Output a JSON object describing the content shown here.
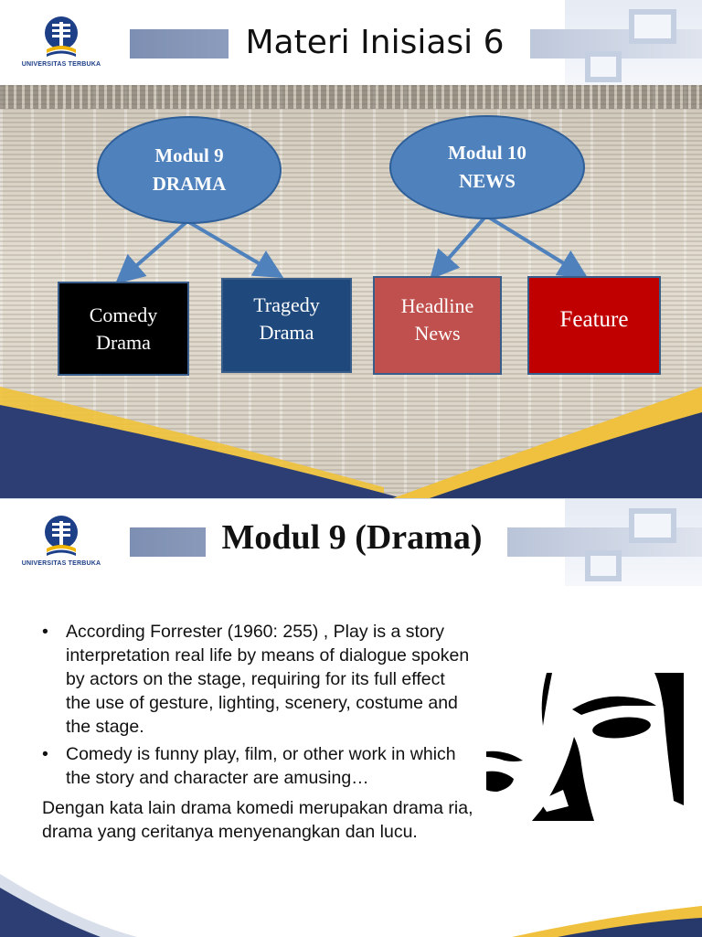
{
  "slide1": {
    "logo_text": "UNIVERSITAS TERBUKA",
    "title": "Materi Inisiasi 6",
    "ellipses": [
      {
        "line1": "Modul 9",
        "line2": "DRAMA"
      },
      {
        "line1": "Modul 10",
        "line2": "NEWS"
      }
    ],
    "boxes": [
      {
        "line1": "Comedy",
        "line2": "Drama",
        "color": "#000000"
      },
      {
        "line1": "Tragedy",
        "line2": "Drama",
        "color": "#1f497d"
      },
      {
        "line1": "Headline",
        "line2": "News",
        "color": "#c0504d"
      },
      {
        "line1": "Feature",
        "line2": "",
        "color": "#c00000"
      }
    ]
  },
  "slide2": {
    "logo_text": "UNIVERSITAS TERBUKA",
    "title": "Modul 9 (Drama)",
    "bullets": [
      "According  Forrester (1960: 255) , Play is a story interpretation real life by means of dialogue spoken by actors on the stage, requiring for its full effect the use of gesture, lighting, scenery, costume and the stage.",
      "Comedy is funny play, film, or other work in which the story and character are amusing…"
    ],
    "paragraph": "Dengan kata lain drama komedi merupakan drama ria, drama yang ceritanya menyenangkan dan lucu."
  }
}
